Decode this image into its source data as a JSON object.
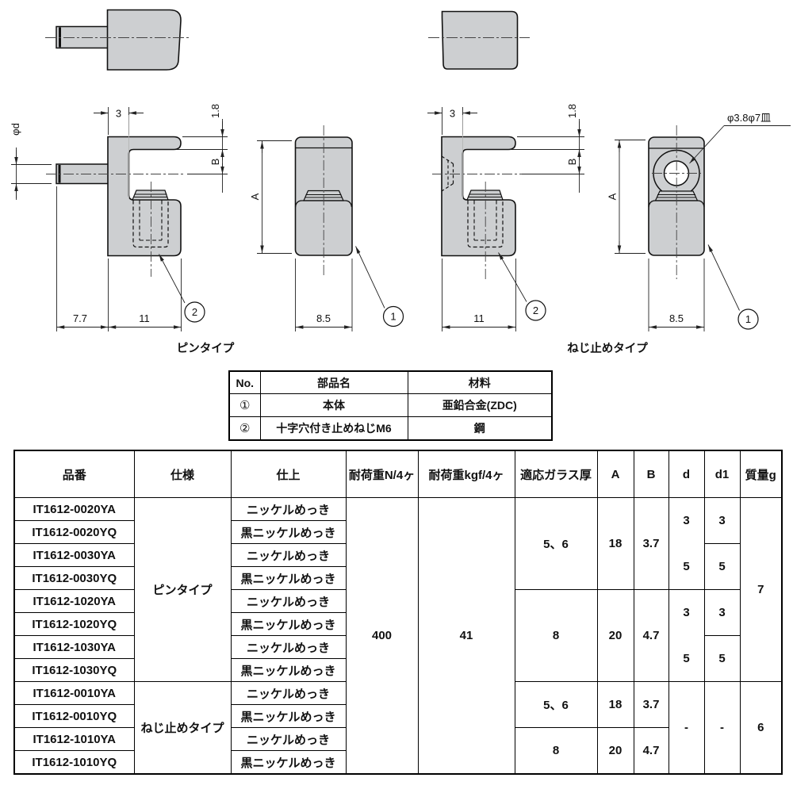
{
  "colors": {
    "part_fill": "#cdcfd1"
  },
  "drawing": {
    "captions": {
      "pin_type": "ピンタイプ",
      "screw_type": "ねじ止めタイプ"
    },
    "dims": {
      "phi_d": "φd",
      "wall": "3",
      "flange": "1.8",
      "b": "B",
      "a": "A",
      "pin_len": "7.7",
      "depth": "11",
      "width": "8.5",
      "hole": "φ3.8φ7皿"
    },
    "callouts": {
      "one": "1",
      "two": "2"
    }
  },
  "parts_table": {
    "headers": {
      "no": "No.",
      "name": "部品名",
      "material": "材料"
    },
    "rows": [
      {
        "no": "①",
        "name": "本体",
        "material": "亜鉛合金(ZDC)"
      },
      {
        "no": "②",
        "name": "十字穴付き止めねじM6",
        "material": "鋼"
      }
    ]
  },
  "spec_table": {
    "headers": {
      "part_no": "品番",
      "spec": "仕様",
      "finish": "仕上",
      "load_n": "耐荷重N/4ヶ",
      "load_kgf": "耐荷重kgf/4ヶ",
      "glass": "適応ガラス厚",
      "a": "A",
      "b": "B",
      "d": "d",
      "d1": "d1",
      "mass": "質量g"
    },
    "rows": [
      {
        "part_no": "IT1612-0020YA",
        "finish": "ニッケルめっき"
      },
      {
        "part_no": "IT1612-0020YQ",
        "finish": "黒ニッケルめっき"
      },
      {
        "part_no": "IT1612-0030YA",
        "finish": "ニッケルめっき"
      },
      {
        "part_no": "IT1612-0030YQ",
        "finish": "黒ニッケルめっき"
      },
      {
        "part_no": "IT1612-1020YA",
        "finish": "ニッケルめっき"
      },
      {
        "part_no": "IT1612-1020YQ",
        "finish": "黒ニッケルめっき"
      },
      {
        "part_no": "IT1612-1030YA",
        "finish": "ニッケルめっき"
      },
      {
        "part_no": "IT1612-1030YQ",
        "finish": "黒ニッケルめっき"
      },
      {
        "part_no": "IT1612-0010YA",
        "finish": "ニッケルめっき"
      },
      {
        "part_no": "IT1612-0010YQ",
        "finish": "黒ニッケルめっき"
      },
      {
        "part_no": "IT1612-1010YA",
        "finish": "ニッケルめっき"
      },
      {
        "part_no": "IT1612-1010YQ",
        "finish": "黒ニッケルめっき"
      }
    ],
    "merged": {
      "spec_pin": "ピンタイプ",
      "spec_screw": "ねじ止めタイプ",
      "load_n": "400",
      "load_kgf": "41",
      "glass_1": "5、6",
      "glass_2": "8",
      "glass_3": "5、6",
      "glass_4": "8",
      "a_1": "18",
      "a_2": "20",
      "a_3": "18",
      "a_4": "20",
      "b_1": "3.7",
      "b_2": "4.7",
      "b_3": "3.7",
      "b_4": "4.7",
      "d_g1": "3",
      "d_g2": "5",
      "d_g3": "3",
      "d_g4": "5",
      "d1_g1": "3",
      "d1_g2": "5",
      "d1_g3": "3",
      "d1_g4": "5",
      "d_dash": "-",
      "d1_dash": "-",
      "mass_pin": "7",
      "mass_screw": "6"
    }
  }
}
